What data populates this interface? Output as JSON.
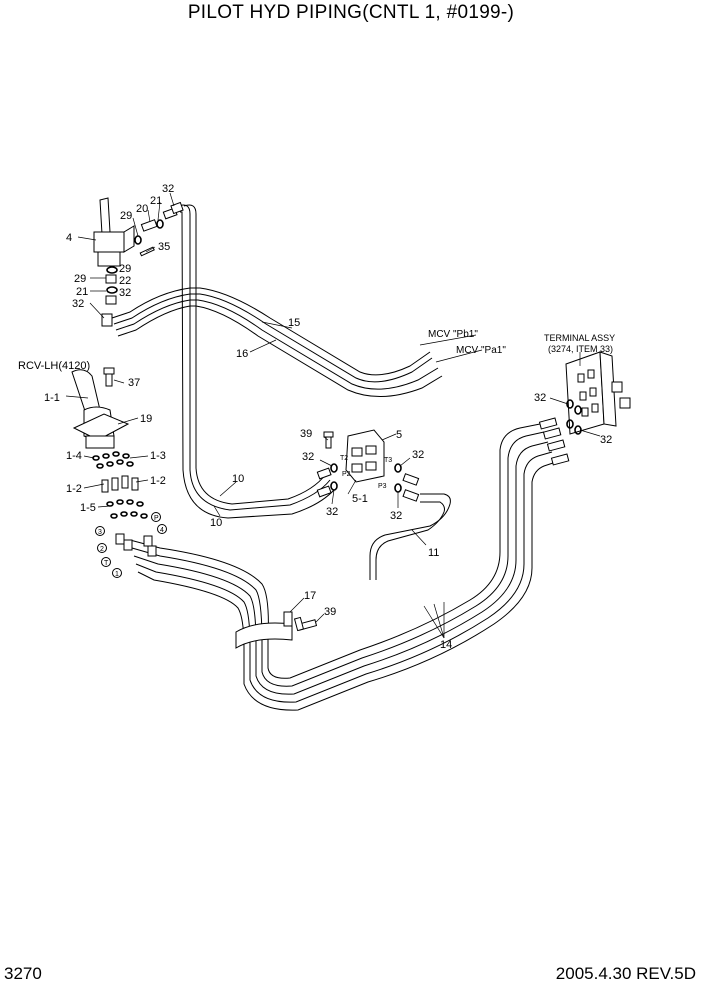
{
  "title": "PILOT HYD PIPING(CNTL 1, #0199-)",
  "page_number": "3270",
  "revision": "2005.4.30  REV.5D",
  "callouts": {
    "c32a": "32",
    "c29a": "29",
    "c20": "20",
    "c21a": "21",
    "c4": "4",
    "c35": "35",
    "c29b": "29",
    "c29c": "29",
    "c22": "22",
    "c21b": "21",
    "c32b": "32",
    "c32c": "32",
    "c15": "15",
    "c16": "16",
    "rcv": "RCV-LH(4120)",
    "c37": "37",
    "c1_1": "1-1",
    "c19": "19",
    "c1_4": "1-4",
    "c1_3": "1-3",
    "c1_2a": "1-2",
    "c1_2b": "1-2",
    "c1_5": "1-5",
    "c39a": "39",
    "c5": "5",
    "c32d": "32",
    "c32e": "32",
    "c5_1": "5-1",
    "c32f": "32",
    "c32g": "32",
    "c10a": "10",
    "c10b": "10",
    "c11": "11",
    "c17": "17",
    "c39b": "39",
    "c14": "14",
    "c32h": "32",
    "c32i": "32"
  },
  "notes": {
    "mcv_pb1": "MCV \"Pb1\"",
    "mcv_pa1": "MCV \"Pa1\"",
    "terminal_line1": "TERMINAL ASSY",
    "terminal_line2": "(3274, ITEM 33)"
  },
  "port_marks": {
    "t2": "T2",
    "p2": "P2",
    "t3": "T3",
    "p3": "P3",
    "n3": "3",
    "n2": "2",
    "nT": "T",
    "n1": "1",
    "nP": "P",
    "n4": "4"
  }
}
